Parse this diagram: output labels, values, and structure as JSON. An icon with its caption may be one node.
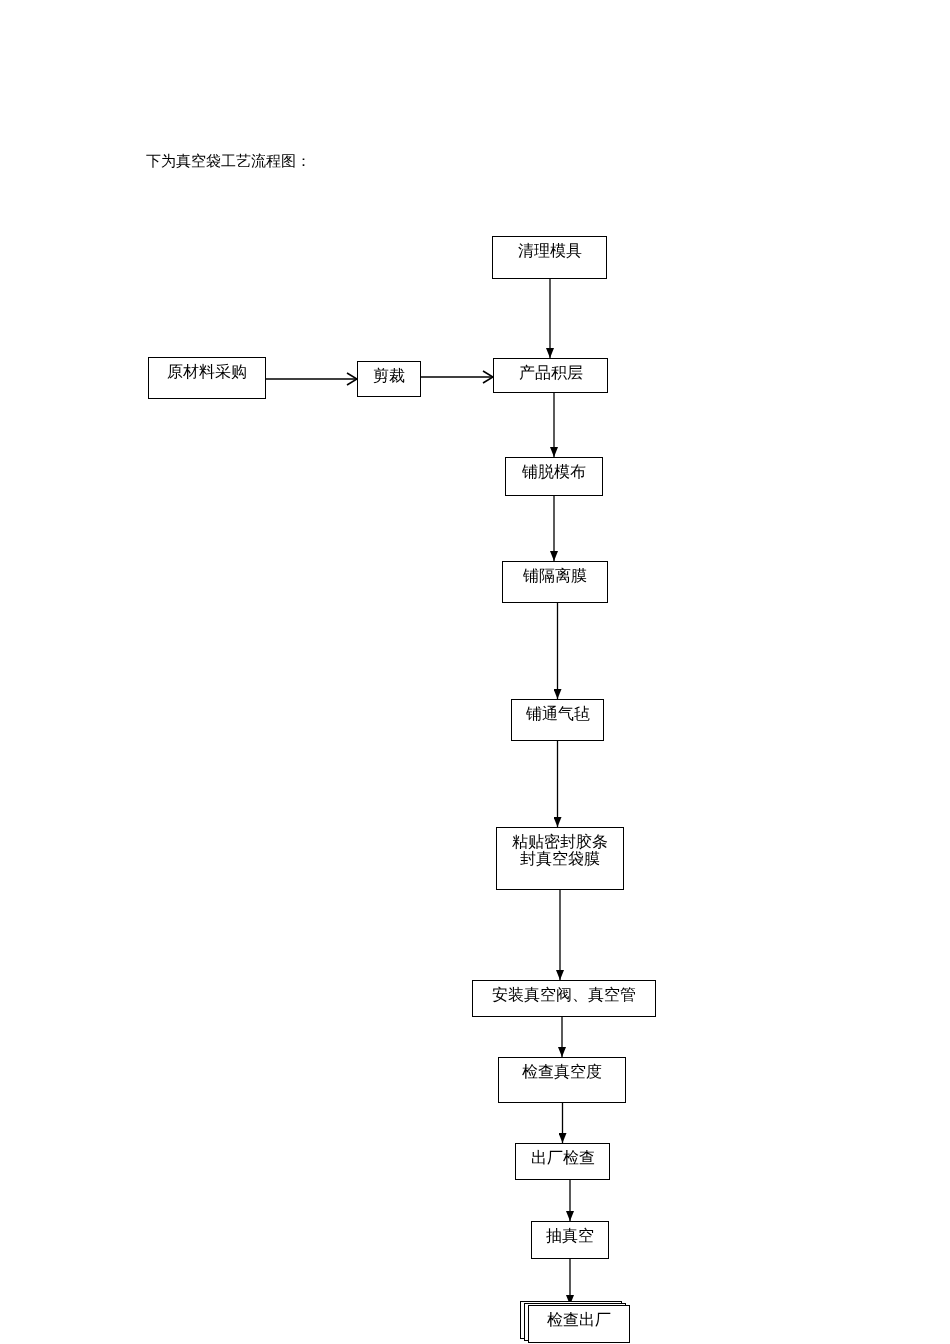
{
  "diagram": {
    "title": "下为真空袋工艺流程图：",
    "nodes": [
      {
        "text": [
          "清理模具"
        ]
      },
      {
        "text": [
          "原材料采购"
        ]
      },
      {
        "text": [
          "剪裁"
        ]
      },
      {
        "text": [
          "产品积层"
        ]
      },
      {
        "text": [
          "铺脱模布"
        ]
      },
      {
        "text": [
          "铺隔离膜"
        ]
      },
      {
        "text": [
          "铺通气毡"
        ]
      },
      {
        "text": [
          "粘贴密封胶条封真空袋膜"
        ]
      },
      {
        "text": [
          "安装真空阀、真空管"
        ]
      },
      {
        "text": [
          "检查真空度"
        ]
      },
      {
        "text": [
          "出厂检查"
        ]
      },
      {
        "text": [
          "抽真空"
        ]
      },
      {
        "text": [
          "检查出厂"
        ]
      }
    ],
    "edges": [
      {
        "from": 0,
        "to": 3,
        "arrow": "to"
      },
      {
        "from": 1,
        "to": 2,
        "arrow": "to"
      },
      {
        "from": 2,
        "to": 3,
        "arrow": "to"
      },
      {
        "from": 3,
        "to": 4,
        "arrow": "to"
      },
      {
        "from": 4,
        "to": 5,
        "arrow": "to"
      },
      {
        "from": 5,
        "to": 6,
        "arrow": "to"
      },
      {
        "from": 6,
        "to": 7,
        "arrow": "to"
      },
      {
        "from": 7,
        "to": 8,
        "arrow": "to"
      },
      {
        "from": 8,
        "to": 9,
        "arrow": "to"
      },
      {
        "from": 9,
        "to": 10,
        "arrow": "to"
      },
      {
        "from": 10,
        "to": 11,
        "arrow": "to"
      },
      {
        "from": 11,
        "to": 12,
        "arrow": "to"
      }
    ]
  }
}
